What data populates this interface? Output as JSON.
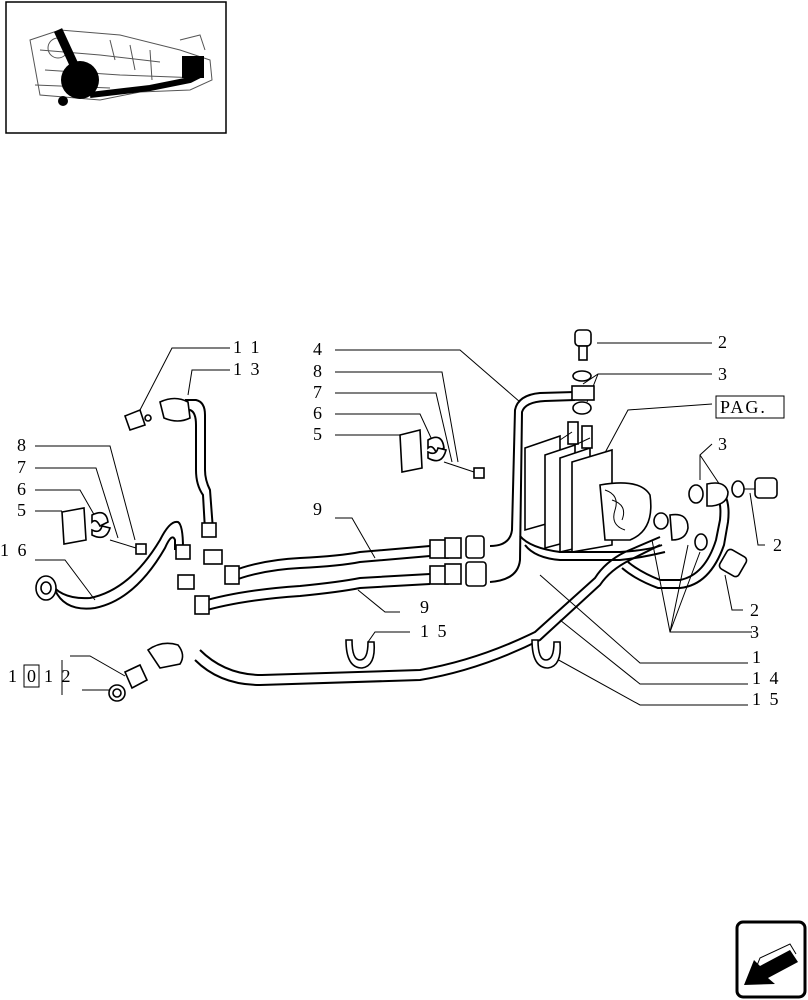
{
  "reference_marker": "PAG.",
  "labels": {
    "c11": "1 1",
    "c13": "1 3",
    "c4": "4",
    "c8a": "8",
    "c7a": "7",
    "c6a": "6",
    "c5a": "5",
    "c2a": "2",
    "c3a": "3",
    "c3b": "3",
    "c2b": "2",
    "c8b": "8",
    "c7b": "7",
    "c6b": "6",
    "c5b": "5",
    "c16": "1 6",
    "c9a": "9",
    "c9b": "9",
    "c15a": "1 5",
    "c2c": "2",
    "c3c": "3",
    "c1": "1",
    "c14": "1 4",
    "c15b": "1 5",
    "c1012_a": "1",
    "c1012_box": "0",
    "c1012_b": "1 2"
  },
  "icons": {
    "thumbnail": "tractor-location-thumbnail",
    "nav": "next-page-arrow-icon"
  }
}
